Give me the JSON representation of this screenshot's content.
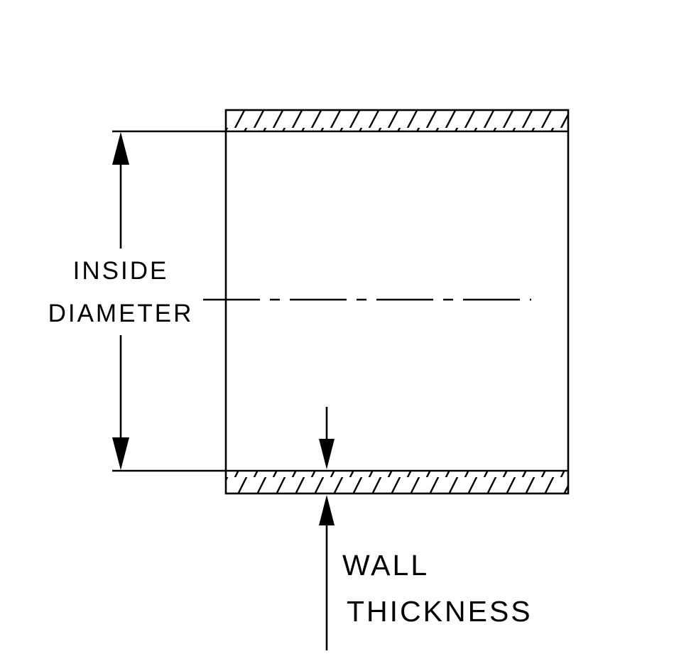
{
  "page": {
    "background_color": "#ffffff"
  },
  "diagram": {
    "type": "technical-drawing",
    "subject": "tube cross-section with inside diameter and wall thickness dimension callouts",
    "colors": {
      "line": "#000000",
      "background": "#ffffff"
    },
    "labels": {
      "inside_diameter": {
        "line1": "INSIDE",
        "line2": "DIAMETER"
      },
      "wall_thickness": {
        "line1": "WALL",
        "line2": "THICKNESS"
      }
    }
  }
}
